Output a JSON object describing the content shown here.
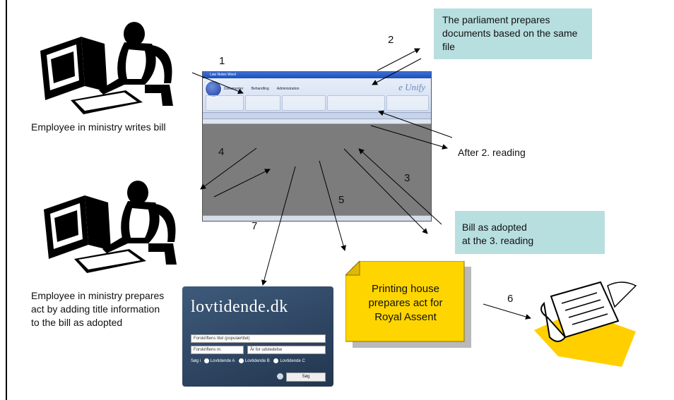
{
  "labels": {
    "employee_writes": "Employee in ministry writes bill",
    "employee_prepares": "Employee in ministry prepares act by adding title information to the bill as adopted",
    "after_reading": "After 2. reading"
  },
  "boxes": {
    "parliament": "The parliament prepares documents based on the same file",
    "bill_adopted_line1": "Bill as adopted",
    "bill_adopted_line2": "at the 3. reading",
    "printing_house": "Printing house prepares act for Royal Assent"
  },
  "step_numbers": [
    "1",
    "2",
    "3",
    "4",
    "5",
    "6",
    "7"
  ],
  "app": {
    "title": "Law Notes Word",
    "brand": "e Unify",
    "tabs": [
      "Dokumenter",
      "Behandling",
      "Administration"
    ]
  },
  "lovtidende": {
    "title": "lovtidende.dk",
    "field_title": "Forskriftens titel (populærtitel)",
    "field_number": "Forskriftens nr.",
    "field_year": "År for udstedelse",
    "search_prefix": "Søg i",
    "options": [
      "Lovtidende A",
      "Lovtidende B",
      "Lovtidende C"
    ],
    "search_button": "Søg"
  },
  "colors": {
    "teal_box": "#b8dfe0",
    "printing_card": "#ffd500",
    "lovtidende_bg": "#2f4766",
    "app_body": "#7c7c7c"
  }
}
